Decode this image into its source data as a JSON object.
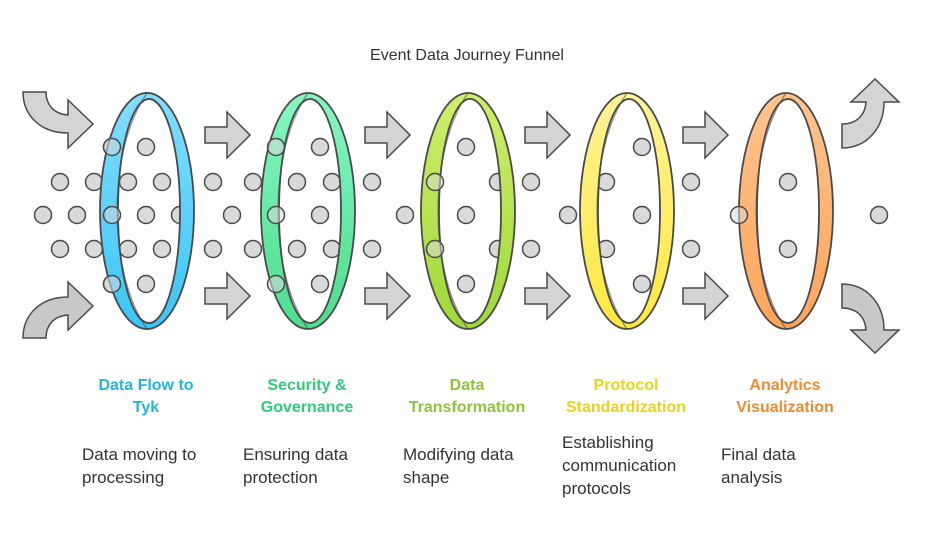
{
  "title": "Event Data Journey Funnel",
  "stages": [
    {
      "label_line1": "Data Flow to",
      "label_line2": "Tyk",
      "desc_lines": [
        "Data moving to",
        "processing"
      ],
      "color": "#22b5e0",
      "ring_top": "#84ddff",
      "ring_bottom": "#38c6f7"
    },
    {
      "label_line1": "Security &",
      "label_line2": "Governance",
      "desc_lines": [
        "Ensuring data",
        "protection"
      ],
      "color": "#2fcb7b",
      "ring_top": "#86f7bf",
      "ring_bottom": "#4cdd8e"
    },
    {
      "label_line1": "Data",
      "label_line2": "Transformation",
      "desc_lines": [
        "Modifying data",
        "shape"
      ],
      "color": "#8cc43c",
      "ring_top": "#cdf06a",
      "ring_bottom": "#9fd83a"
    },
    {
      "label_line1": "Protocol",
      "label_line2": "Standardization",
      "desc_lines": [
        "Establishing",
        "communication",
        "protocols"
      ],
      "color": "#ecd21c",
      "ring_top": "#fff397",
      "ring_bottom": "#ffe83e"
    },
    {
      "label_line1": "Analytics",
      "label_line2": "Visualization",
      "desc_lines": [
        "Final data",
        "analysis"
      ],
      "color": "#ef8a2e",
      "ring_top": "#ffc48e",
      "ring_bottom": "#ffa45a"
    }
  ],
  "colors": {
    "dot_fill": "#d9d9d9",
    "stroke": "#4a4a4a",
    "arrow_fill": "#d4d4d4"
  }
}
